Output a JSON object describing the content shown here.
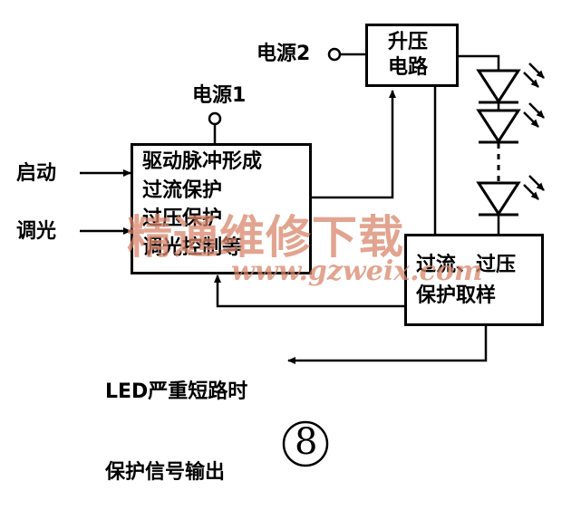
{
  "labels": {
    "power2": "电源2",
    "power1": "电源1",
    "start": "启动",
    "dimming": "调光",
    "output_lines": [
      "LED严重短路时",
      "保护信号输出"
    ]
  },
  "boxes": {
    "boost": {
      "lines": [
        "升压",
        "电路"
      ]
    },
    "driver": {
      "lines": [
        "驱动脉冲形成",
        "过流保护",
        "过压保护",
        "调光控制等"
      ]
    },
    "protection": {
      "lines": [
        "过流、过压",
        "保护取样"
      ]
    }
  },
  "components": {
    "led_string_icon": "led-diode-icon",
    "terminal_icon": "open-circle-terminal-icon"
  },
  "watermark": {
    "cn": "精通维修下载",
    "url": "www.gzweix.com"
  },
  "figure_number": "8"
}
